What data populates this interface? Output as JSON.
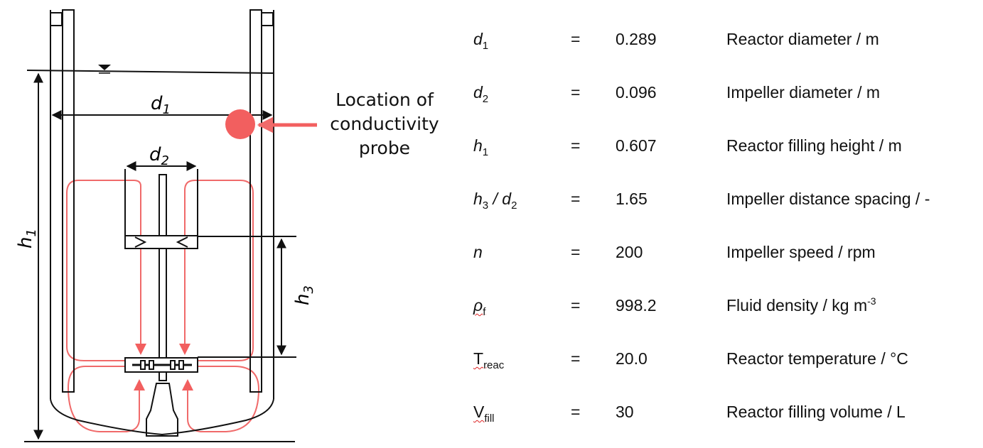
{
  "diagram": {
    "labels": {
      "d1": {
        "main": "d",
        "sub": "1"
      },
      "d2": {
        "main": "d",
        "sub": "2"
      },
      "h1": {
        "main": "h",
        "sub": "1"
      },
      "h3": {
        "main": "h",
        "sub": "3"
      }
    },
    "probe_label": [
      "Location of",
      "conductivity",
      "probe"
    ],
    "colors": {
      "outline": "#111111",
      "flow": "#f06a6a",
      "probe": "#f25f5f"
    }
  },
  "parameters": [
    {
      "symbol": "d",
      "sub": "1",
      "symbol2": "",
      "sub2": "",
      "eq": "=",
      "value": "0.289",
      "desc": "Reactor diameter / m",
      "desc_sup": ""
    },
    {
      "symbol": "d",
      "sub": "2",
      "symbol2": "",
      "sub2": "",
      "eq": "=",
      "value": "0.096",
      "desc": "Impeller diameter / m",
      "desc_sup": ""
    },
    {
      "symbol": "h",
      "sub": "1",
      "symbol2": "",
      "sub2": "",
      "eq": "=",
      "value": "0.607",
      "desc": "Reactor filling height / m",
      "desc_sup": ""
    },
    {
      "symbol": "h",
      "sub": "3",
      "symbol2": " / d",
      "sub2": "2",
      "eq": "=",
      "value": "1.65",
      "desc": "Impeller distance spacing / -",
      "desc_sup": ""
    },
    {
      "symbol": "n",
      "sub": "",
      "symbol2": "",
      "sub2": "",
      "eq": "=",
      "value": "200",
      "desc": "Impeller speed / rpm",
      "desc_sup": ""
    },
    {
      "symbol": "ρ",
      "sub": "f",
      "symbol2": "",
      "sub2": "",
      "eq": "=",
      "value": "998.2",
      "desc": "Fluid density / kg m",
      "desc_sup": "-3"
    },
    {
      "symbol": "T",
      "sub": "reac",
      "symbol2": "",
      "sub2": "",
      "eq": "=",
      "value": "20.0",
      "desc": "Reactor temperature / °C",
      "desc_sup": ""
    },
    {
      "symbol": "V",
      "sub": "fill",
      "symbol2": "",
      "sub2": "",
      "eq": "=",
      "value": "30",
      "desc": "Reactor filling volume / L",
      "desc_sup": ""
    }
  ]
}
